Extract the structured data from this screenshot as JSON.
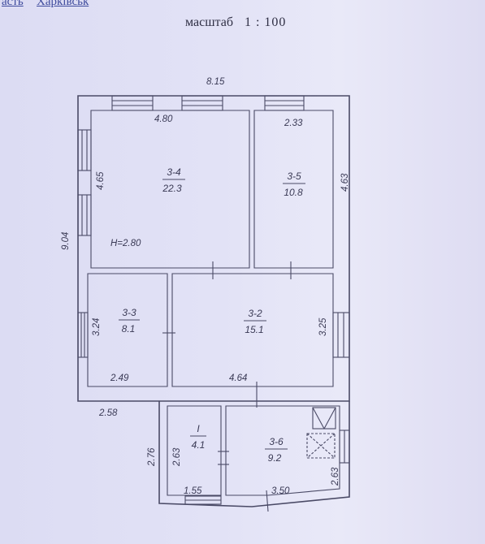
{
  "header": {
    "frag_left": "асть",
    "frag_right": "Харківськ",
    "scale_label": "масштаб",
    "scale_value": "1 : 100"
  },
  "plan": {
    "overall_width": "8.15",
    "overall_depth": "9.04",
    "ceiling_height": "H=2.80",
    "main_left_depth": "2.58",
    "rooms": [
      {
        "id": "3-4",
        "area": "22.3"
      },
      {
        "id": "3-5",
        "area": "10.8"
      },
      {
        "id": "3-3",
        "area": "8.1"
      },
      {
        "id": "3-2",
        "area": "15.1"
      },
      {
        "id": "I",
        "area": "4.1"
      },
      {
        "id": "3-6",
        "area": "9.2"
      }
    ],
    "dimensions": {
      "r34_top": "4.80",
      "r34_side": "4.65",
      "r35_top": "2.33",
      "r35_side": "4.63",
      "r33_side": "3.24",
      "r33_bottom": "2.49",
      "r32_side": "3.25",
      "r32_bottom": "4.64",
      "ext_outer_side": "2.76",
      "rI_side": "2.63",
      "rI_bottom": "1.55",
      "r36_bottom": "3.50",
      "r36_side": "2.63"
    }
  },
  "colors": {
    "paper": "#e2e2f6",
    "ink": "#4a4a66",
    "link": "#3d4a9c"
  }
}
